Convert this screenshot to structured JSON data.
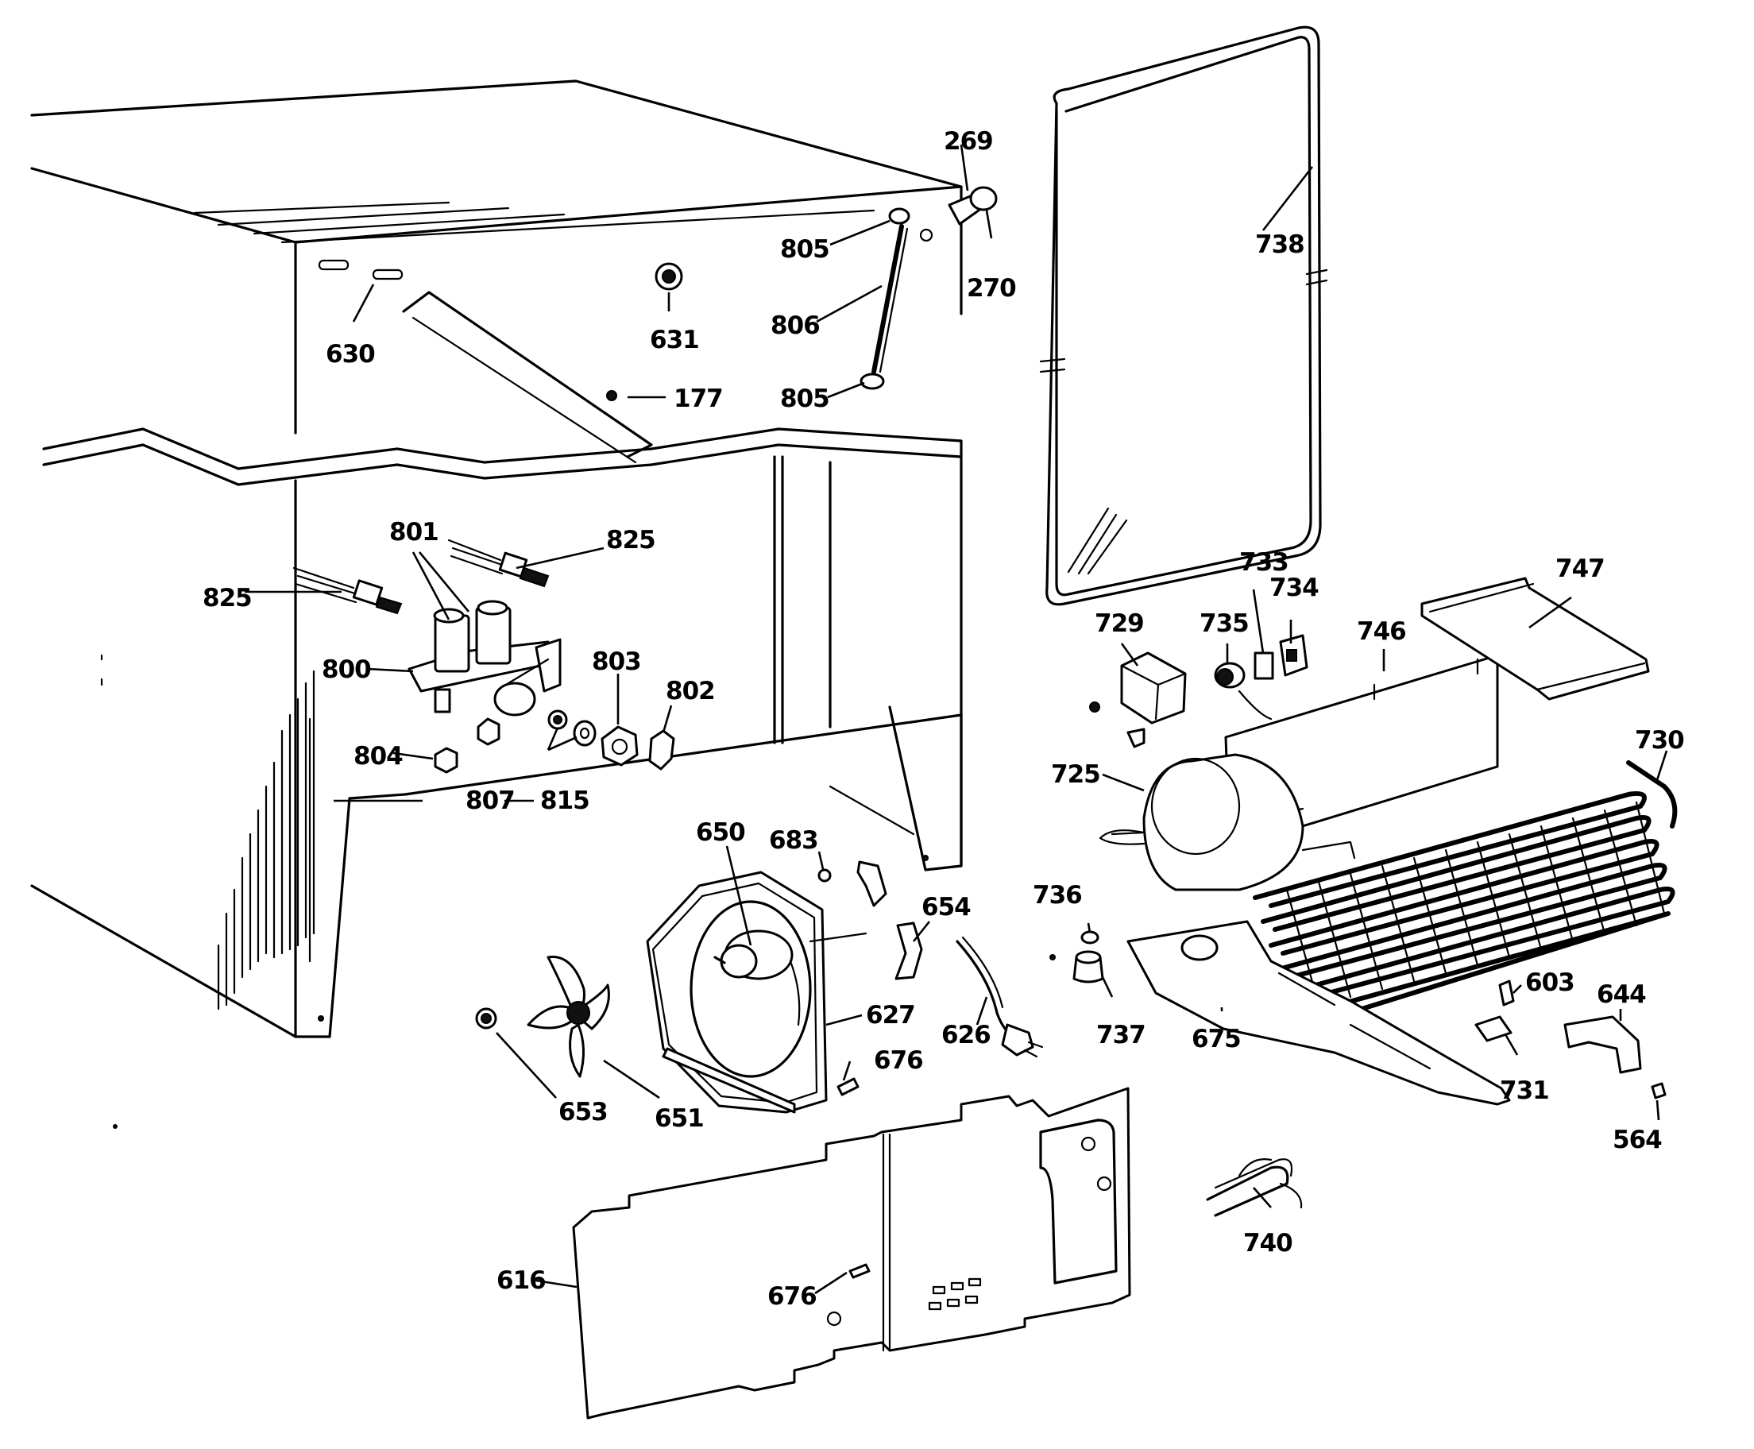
{
  "callouts": [
    {
      "id": "269",
      "text": "269"
    },
    {
      "id": "270",
      "text": "270"
    },
    {
      "id": "805a",
      "text": "805"
    },
    {
      "id": "806",
      "text": "806"
    },
    {
      "id": "805b",
      "text": "805"
    },
    {
      "id": "631",
      "text": "631"
    },
    {
      "id": "630",
      "text": "630"
    },
    {
      "id": "177",
      "text": "177"
    },
    {
      "id": "738",
      "text": "738"
    },
    {
      "id": "801",
      "text": "801"
    },
    {
      "id": "825a",
      "text": "825"
    },
    {
      "id": "825b",
      "text": "825"
    },
    {
      "id": "800",
      "text": "800"
    },
    {
      "id": "803",
      "text": "803"
    },
    {
      "id": "802",
      "text": "802"
    },
    {
      "id": "804",
      "text": "804"
    },
    {
      "id": "807",
      "text": "807"
    },
    {
      "id": "815",
      "text": "815"
    },
    {
      "id": "683",
      "text": "683"
    },
    {
      "id": "650",
      "text": "650"
    },
    {
      "id": "654",
      "text": "654"
    },
    {
      "id": "627",
      "text": "627"
    },
    {
      "id": "626",
      "text": "626"
    },
    {
      "id": "676a",
      "text": "676"
    },
    {
      "id": "653",
      "text": "653"
    },
    {
      "id": "651",
      "text": "651"
    },
    {
      "id": "616",
      "text": "616"
    },
    {
      "id": "676b",
      "text": "676"
    },
    {
      "id": "733",
      "text": "733"
    },
    {
      "id": "734",
      "text": "734"
    },
    {
      "id": "747",
      "text": "747"
    },
    {
      "id": "729",
      "text": "729"
    },
    {
      "id": "735",
      "text": "735"
    },
    {
      "id": "746",
      "text": "746"
    },
    {
      "id": "730",
      "text": "730"
    },
    {
      "id": "725",
      "text": "725"
    },
    {
      "id": "736",
      "text": "736"
    },
    {
      "id": "737",
      "text": "737"
    },
    {
      "id": "675",
      "text": "675"
    },
    {
      "id": "603",
      "text": "603"
    },
    {
      "id": "644",
      "text": "644"
    },
    {
      "id": "731",
      "text": "731"
    },
    {
      "id": "564",
      "text": "564"
    },
    {
      "id": "740",
      "text": "740"
    }
  ]
}
